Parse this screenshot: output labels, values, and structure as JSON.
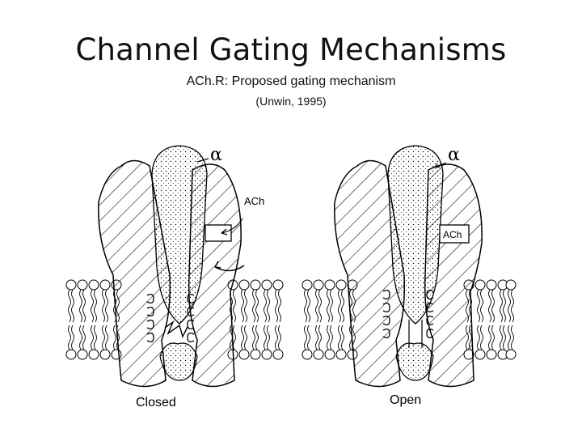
{
  "slide": {
    "title": "Channel Gating Mechanisms",
    "subtitle": "ACh.R: Proposed gating mechanism",
    "citation": "(Unwin, 1995)"
  },
  "diagram": {
    "left": {
      "alpha_label": "α",
      "ligand_label": "ACh",
      "caption": "Closed"
    },
    "right": {
      "alpha_label": "α",
      "ligand_label": "ACh",
      "caption": "Open"
    }
  }
}
